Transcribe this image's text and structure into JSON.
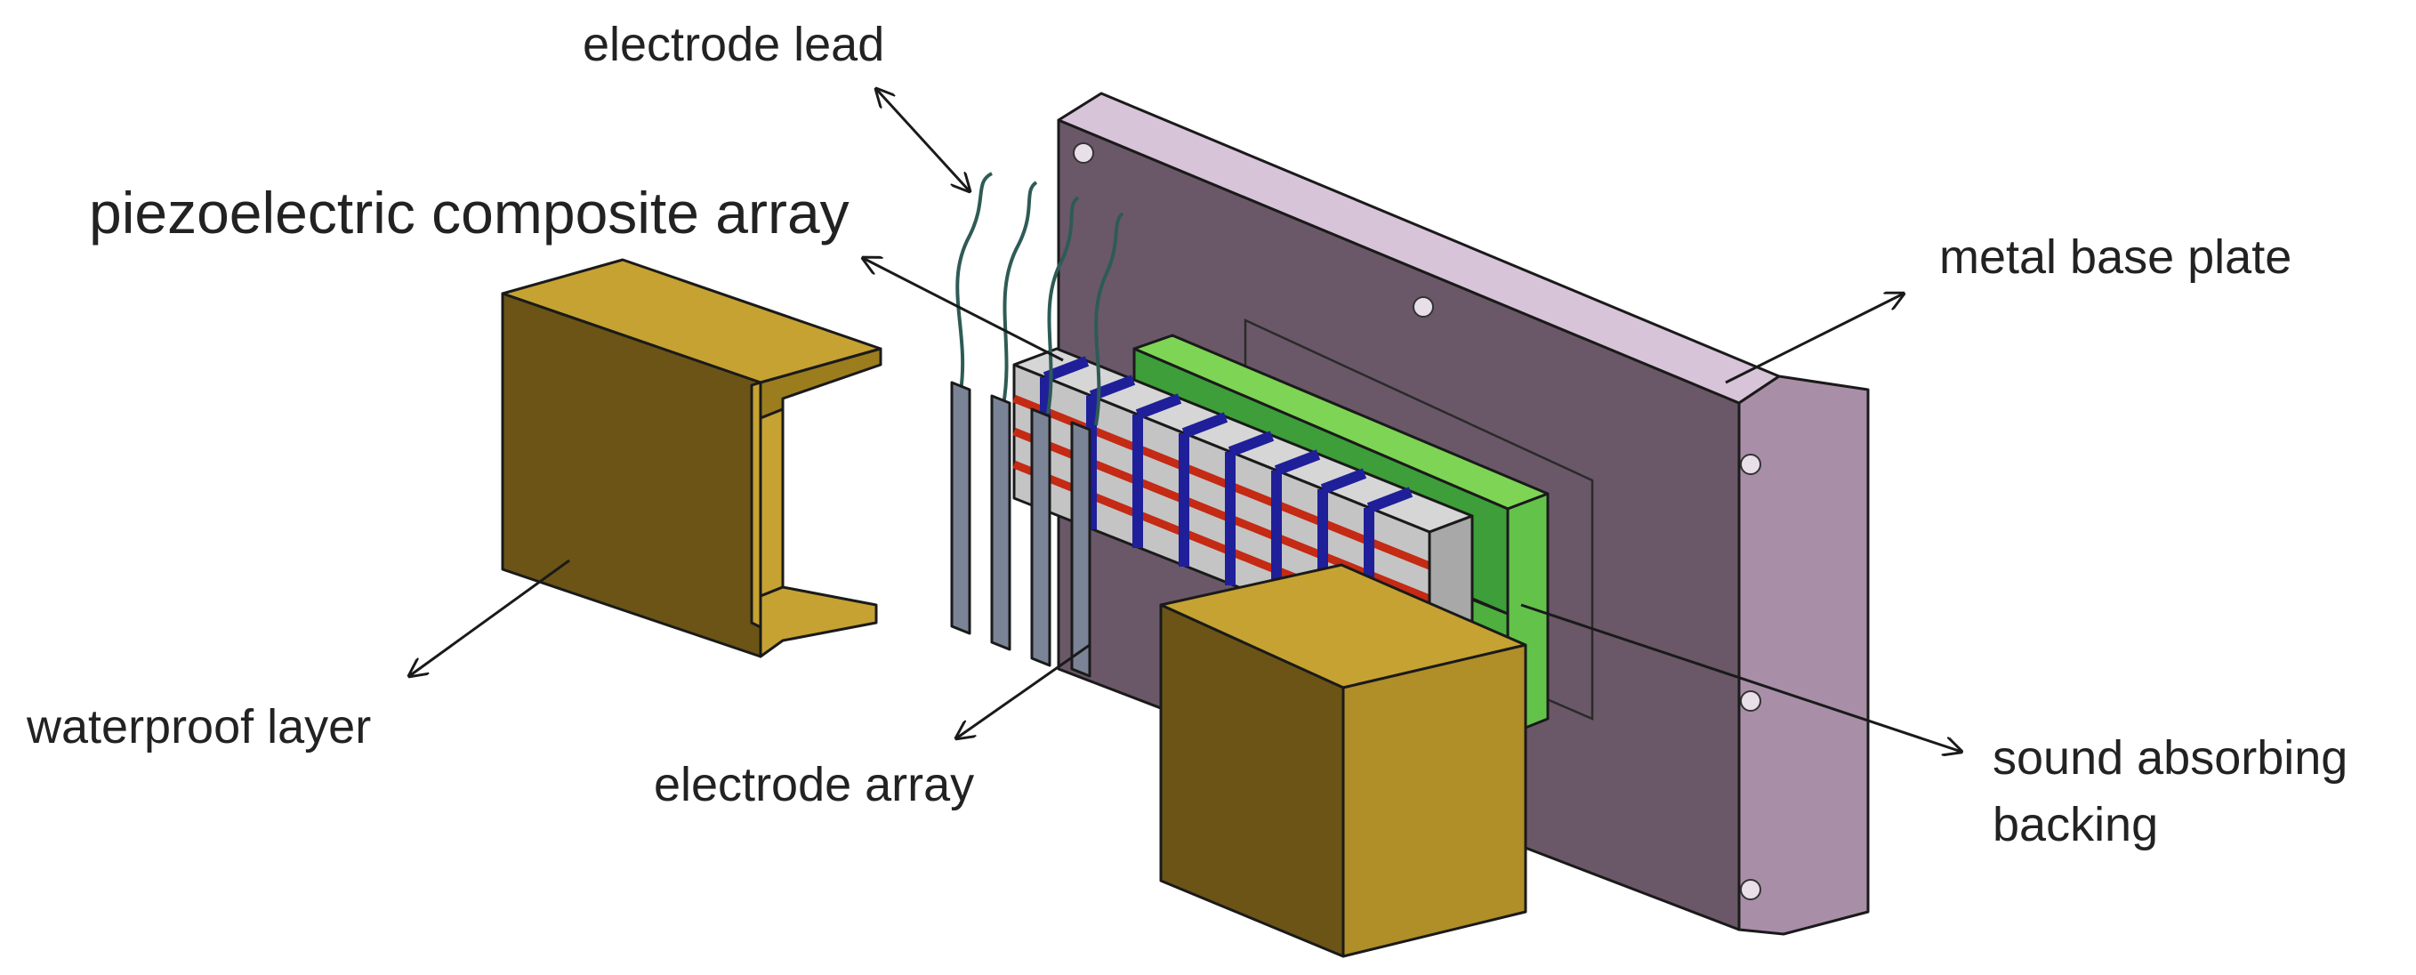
{
  "labels": {
    "electrode_lead": "electrode lead",
    "piezo_array": "piezoelectric composite array",
    "metal_base_plate": "metal base plate",
    "waterproof_layer": "waterproof layer",
    "electrode_array": "electrode array",
    "sound_absorbing_line1": "sound absorbing",
    "sound_absorbing_line2": "backing"
  },
  "colors": {
    "plate_face": "#6a5868",
    "plate_top": "#d8c4d8",
    "plate_side": "#a98ea8",
    "gold_face": "#6b5416",
    "gold_light": "#c6a232",
    "gold_mid": "#9c7d1e",
    "green_front": "#3e9e3a",
    "green_top": "#7ed454",
    "electrode_grey": "#7b8496",
    "ceramic_grey": "#c4c4c4",
    "polymer_blue": "#1f1f9a",
    "polymer_red": "#c42a14",
    "lead_wire": "#2e5b55"
  }
}
